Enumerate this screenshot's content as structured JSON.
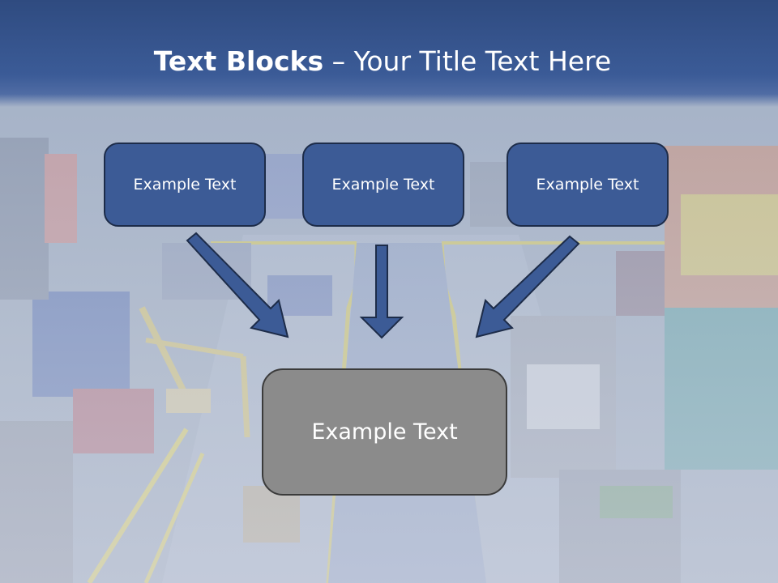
{
  "slide": {
    "title_bold": "Text Blocks",
    "title_rest": " – Your Title Text Here",
    "blocks": [
      {
        "label": "Example Text"
      },
      {
        "label": "Example Text"
      },
      {
        "label": "Example Text"
      }
    ],
    "center_block": {
      "label": "Example Text"
    },
    "colors": {
      "header": "#3b5b97",
      "block_fill": "#3c5b96",
      "block_border": "#1d2c49",
      "center_fill": "#8b8b8b",
      "arrow_fill": "#3c5b96"
    }
  }
}
